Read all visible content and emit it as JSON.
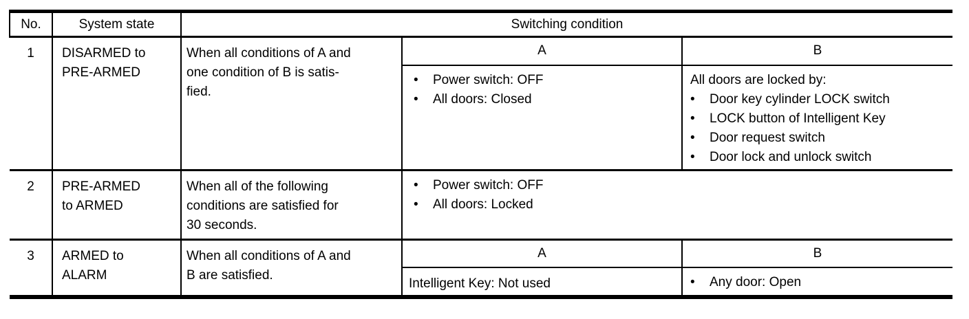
{
  "page": {
    "background": "#ffffff",
    "border_color": "#000000",
    "bullet_char": "•"
  },
  "table": {
    "column_headers": {
      "no": "No.",
      "system_state": "System state",
      "switching_condition": "Switching condition"
    },
    "sub_column_headers": {
      "a": "A",
      "b": "B"
    },
    "rows": [
      {
        "no": "1",
        "system_state": "DISARMED to\nPRE-ARMED",
        "description": "When all conditions of A and\none condition of B is satis-\nfied.",
        "condition_a_items": [
          "Power switch: OFF",
          "All doors: Closed"
        ],
        "condition_b_intro": "All doors are locked by:",
        "condition_b_items": [
          "Door key cylinder LOCK switch",
          "LOCK button of Intelligent Key",
          "Door request switch",
          "Door lock and unlock switch"
        ]
      },
      {
        "no": "2",
        "system_state": "PRE-ARMED\nto ARMED",
        "description": "When all of the following\nconditions are satisfied for\n30 seconds.",
        "condition_items": [
          "Power switch: OFF",
          "All doors: Locked"
        ]
      },
      {
        "no": "3",
        "system_state": "ARMED to\nALARM",
        "description": "When all conditions of A and\nB are satisfied.",
        "condition_a_text": "Intelligent Key: Not used",
        "condition_b_items": [
          "Any door: Open"
        ]
      }
    ]
  }
}
